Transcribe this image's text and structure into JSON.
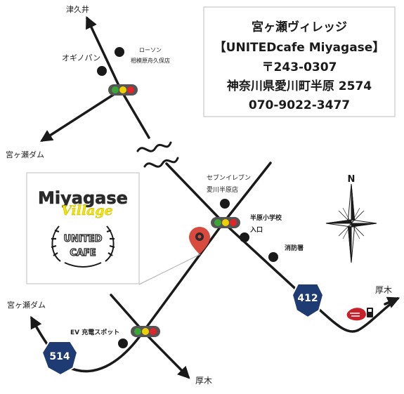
{
  "info_box": {
    "line1": "宮ヶ瀬ヴィレッジ",
    "line2": "【UNITEDcafe Miyagase】",
    "line3": "〒243-0307",
    "line4": "神奈川県愛川町半原 2574",
    "line5": "070-9022-3477"
  },
  "logo": {
    "top_word": "Miyagase",
    "script_word": "Village",
    "badge_top": "UNITED",
    "badge_bottom": "CAFE"
  },
  "places": {
    "tsukui": "津久井",
    "ogino_pan": "オギノパン",
    "lawson": "ローソン",
    "lawson_branch": "相模原舟久保店",
    "miyagase_dam_upper": "宮ヶ瀬ダム",
    "seven_eleven": "セブンイレブン",
    "seven_eleven_branch": "愛川半原店",
    "school": "半原小学校",
    "school_gate": "入口",
    "fire_station": "消防署",
    "atsugi_right": "厚木",
    "miyagase_dam_lower": "宮ヶ瀬ダム",
    "ev_station": "EV 充電スポット",
    "atsugi_bottom": "厚木"
  },
  "routes": {
    "r412": "412",
    "r514": "514"
  },
  "compass": {
    "north": "N"
  },
  "colors": {
    "road": "#1a1a1a",
    "signal_green": "#3aa637",
    "signal_yellow": "#f0d000",
    "signal_red": "#e0262a",
    "pin": "#d8493e",
    "route_shield": "#1f3b73",
    "logo_yellow": "#f2e400",
    "gas_red": "#c8202a"
  }
}
